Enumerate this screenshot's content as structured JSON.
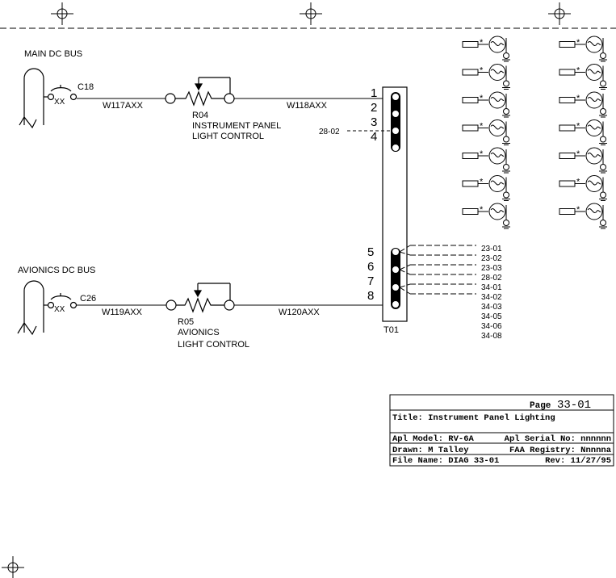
{
  "main_bus": {
    "label": "MAIN DC BUS",
    "breaker": "C18",
    "breaker_rating": "XX",
    "wire_in": "W117AXX",
    "wire_out": "W118AXX",
    "pot_id": "R04",
    "pot_desc_line1": "INSTRUMENT PANEL",
    "pot_desc_line2": "LIGHT CONTROL",
    "xref": "28-02"
  },
  "avionics_bus": {
    "label": "AVIONICS DC BUS",
    "breaker": "C26",
    "breaker_rating": "XX",
    "wire_in": "W119AXX",
    "wire_out": "W120AXX",
    "pot_id": "R05",
    "pot_desc_line1": "AVIONICS",
    "pot_desc_line2": "LIGHT CONTROL"
  },
  "terminal": {
    "id": "T01",
    "pins_top": [
      "1",
      "2",
      "3",
      "4"
    ],
    "pins_bottom": [
      "5",
      "6",
      "7",
      "8"
    ],
    "xrefs": [
      "23-01",
      "23-02",
      "23-03",
      "28-02",
      "34-01",
      "34-02",
      "34-03",
      "34-05",
      "34-06",
      "34-08"
    ]
  },
  "title_block": {
    "page_label": "Page",
    "page_value": "33-01",
    "title": "Title: Instrument Panel Lighting",
    "model": "Apl Model: RV-6A",
    "serial": "Apl Serial No: nnnnnn",
    "drawn": "Drawn: M Talley",
    "registry": "FAA Registry: Nnnnna",
    "file": "File Name: DIAG 33-01",
    "rev": "Rev: 11/27/95"
  }
}
